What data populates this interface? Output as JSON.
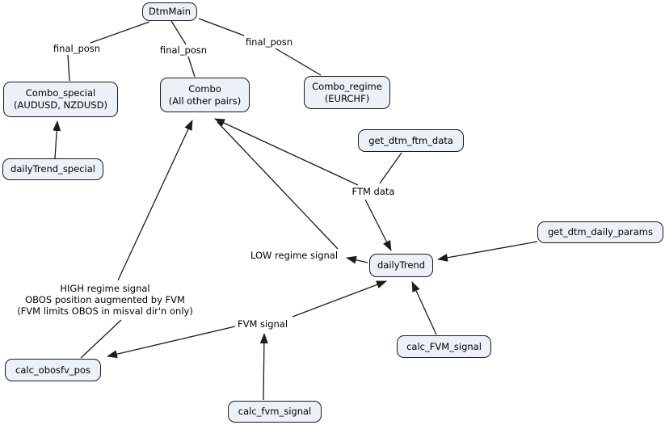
{
  "diagram": {
    "title": "DtmMain daily-trend signal flow diagram",
    "colors": {
      "background": "#ffffff",
      "node_fill": "#ebf1f6",
      "node_border": "#1c1c1c",
      "edge": "#1c1c1c",
      "text": "#000000"
    },
    "nodes": {
      "dtm_main": {
        "label": "DtmMain"
      },
      "combo_special": {
        "line1": "Combo_special",
        "line2": "(AUDUSD, NZDUSD)"
      },
      "combo": {
        "line1": "Combo",
        "line2": "(All other pairs)"
      },
      "combo_regime": {
        "line1": "Combo_regime",
        "line2": "(EURCHF)"
      },
      "daily_trend_special": {
        "label": "dailyTrend_special"
      },
      "get_dtm_ftm_data": {
        "label": "get_dtm_ftm_data"
      },
      "get_dtm_daily_params": {
        "label": "get_dtm_daily_params"
      },
      "daily_trend": {
        "label": "dailyTrend"
      },
      "calc_fvm_signal_upper": {
        "label": "calc_FVM_signal"
      },
      "calc_obosfv_pos": {
        "label": "calc_obosfv_pos"
      },
      "calc_fvm_signal_lower": {
        "label": "calc_fvm_signal"
      }
    },
    "edge_labels": {
      "final_posn_left": "final_posn",
      "final_posn_center": "final_posn",
      "final_posn_right": "final_posn",
      "ftm_data": "FTM data",
      "low_regime": "LOW regime signal",
      "high_regime_line1": "HIGH regime signal",
      "high_regime_line2": "OBOS position augmented by FVM",
      "high_regime_line3": "(FVM limits OBOS in misval dir'n only)",
      "fvm_signal": "FVM signal"
    }
  }
}
